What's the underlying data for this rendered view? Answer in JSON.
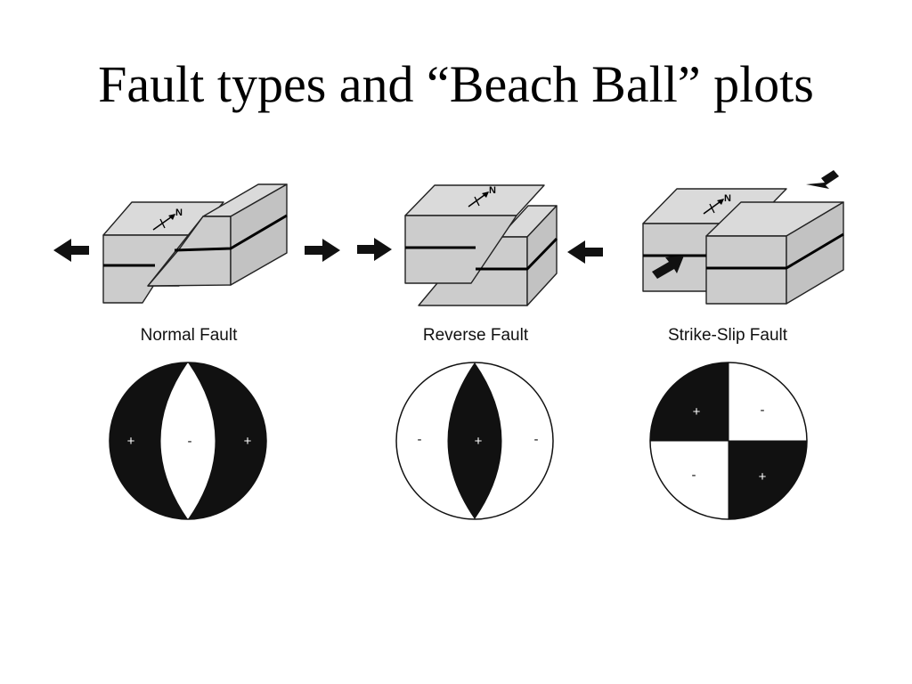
{
  "title": "Fault types and “Beach Ball” plots",
  "compass_label": "N",
  "panels": [
    {
      "caption": "Normal Fault",
      "signs": [
        "+",
        "-",
        "+"
      ]
    },
    {
      "caption": "Reverse Fault",
      "signs": [
        "-",
        "+",
        "-"
      ]
    },
    {
      "caption": "Strike-Slip Fault",
      "signs": [
        "+",
        "-",
        "-",
        "+"
      ]
    }
  ],
  "colors": {
    "block": "#cccccc",
    "quadrant": "#111111",
    "background": "#ffffff"
  }
}
